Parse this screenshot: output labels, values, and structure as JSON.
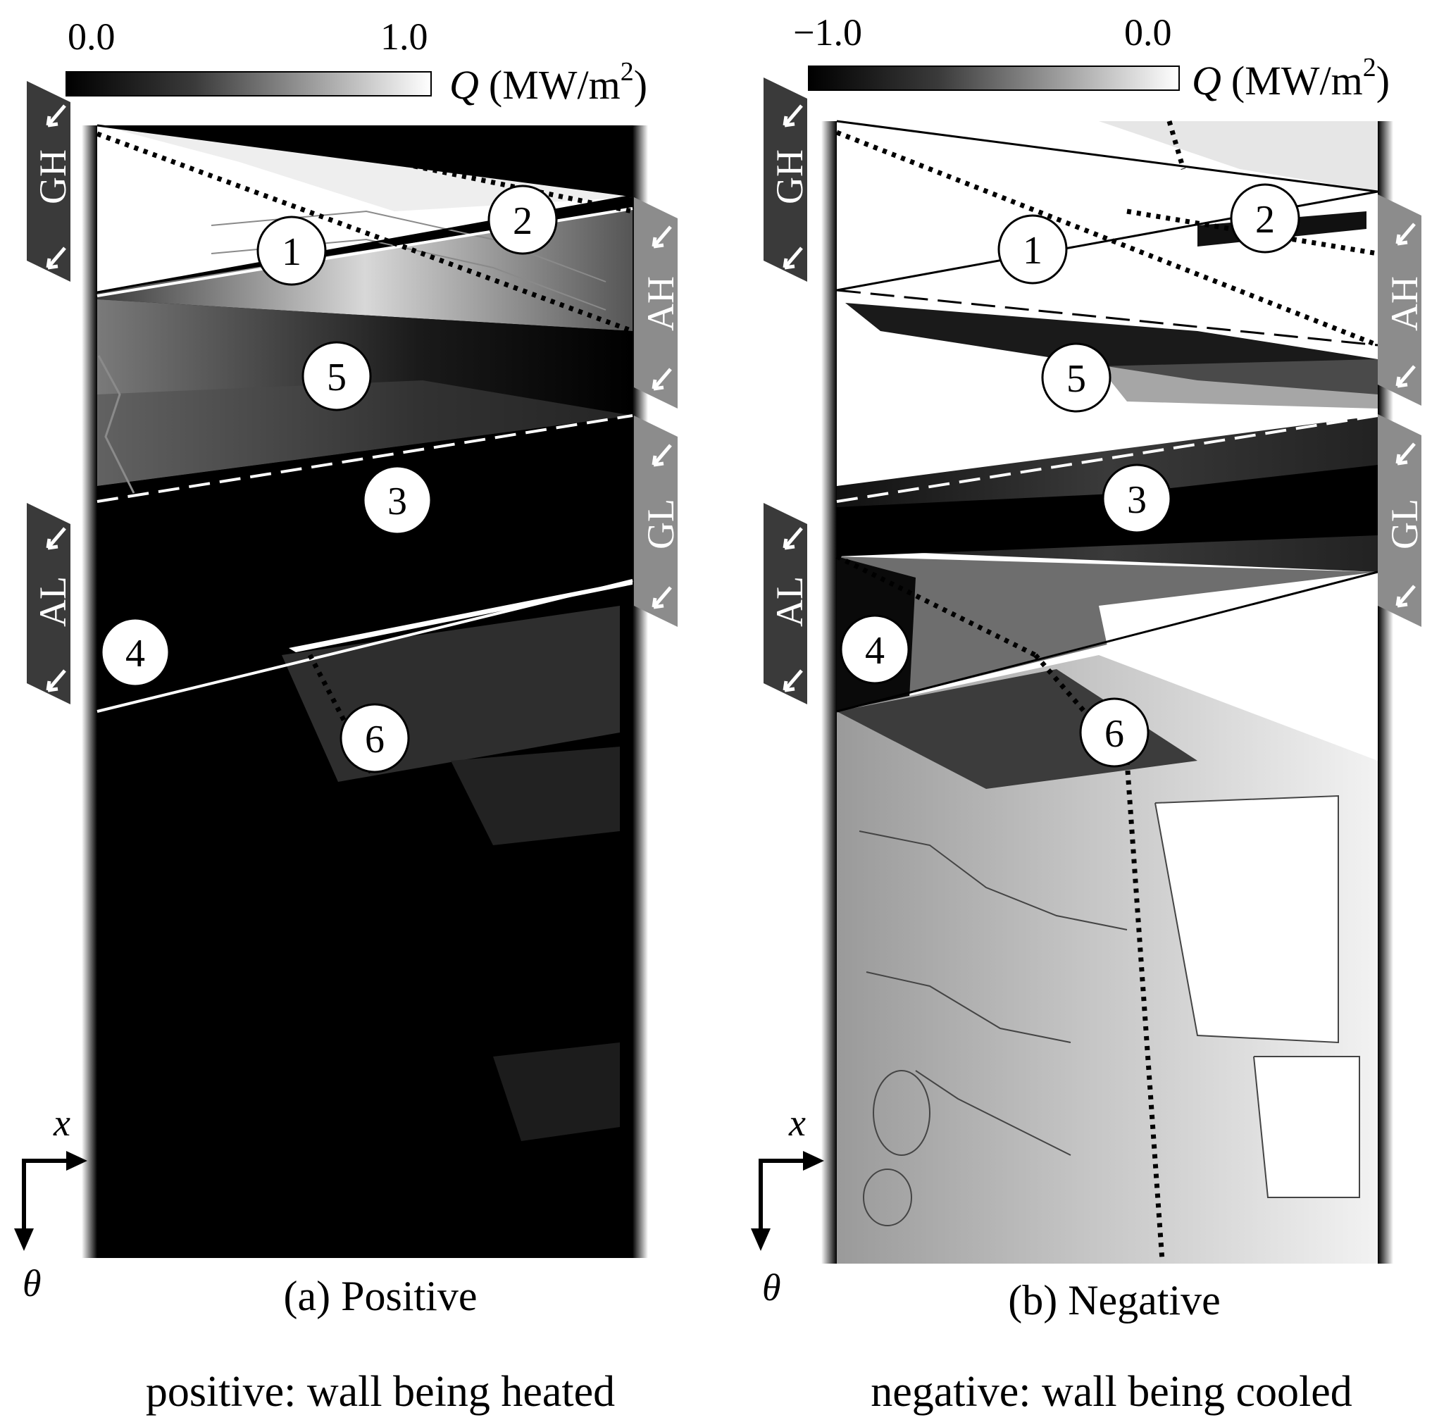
{
  "panels": [
    {
      "id": "a",
      "colorbar": {
        "min_label": "0.0",
        "max_label": "1.0",
        "symbol": "Q",
        "unit": "(MW/m",
        "exp": "2",
        "close": ")",
        "min_color": "#000000",
        "max_color": "#ffffff"
      },
      "caption": "(a) Positive",
      "note": "positive: wall being heated",
      "left_tags": [
        "GH",
        "AL"
      ],
      "right_tags": [
        "AH",
        "GL"
      ],
      "markers": [
        "1",
        "2",
        "3",
        "4",
        "5",
        "6"
      ],
      "axes": {
        "x": "x",
        "theta": "θ"
      }
    },
    {
      "id": "b",
      "colorbar": {
        "min_label": "−1.0",
        "max_label": "0.0",
        "symbol": "Q",
        "unit": "(MW/m",
        "exp": "2",
        "close": ")",
        "min_color": "#000000",
        "max_color": "#ffffff"
      },
      "caption": "(b) Negative",
      "note": "negative: wall being cooled",
      "left_tags": [
        "GH",
        "AL"
      ],
      "right_tags": [
        "AH",
        "GL"
      ],
      "markers": [
        "1",
        "2",
        "3",
        "4",
        "5",
        "6"
      ],
      "axes": {
        "x": "x",
        "theta": "θ"
      }
    }
  ],
  "colors": {
    "tag_dark": "#3a3a3a",
    "tag_light": "#8c8c8c",
    "field_dark": "#000000",
    "field_light": "#ffffff"
  }
}
